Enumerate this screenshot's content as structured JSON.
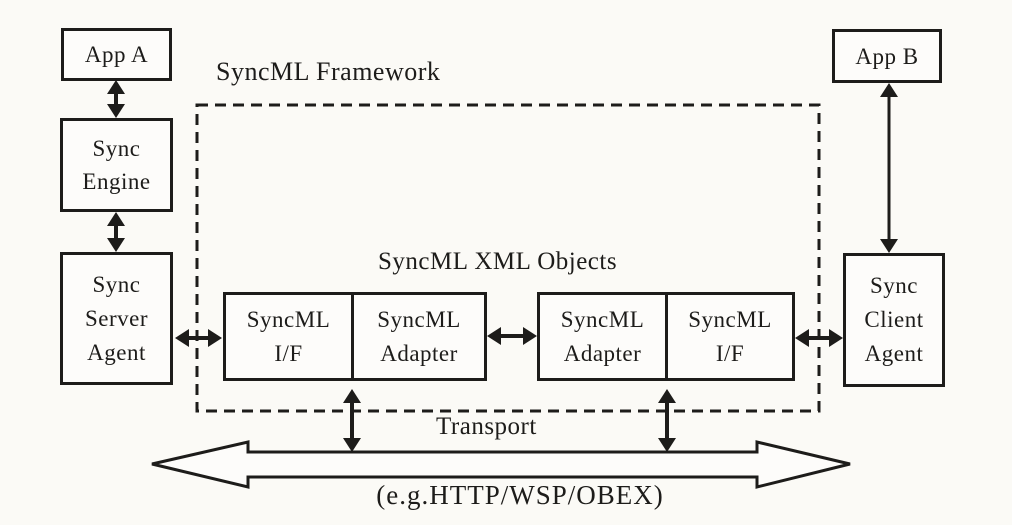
{
  "colors": {
    "ink": "#1d1c1a",
    "paper": "#fbfaf6"
  },
  "labels": {
    "framework": "SyncML Framework",
    "xml_objects": "SyncML XML Objects",
    "transport": "Transport",
    "transport_protocols": "(e.g.HTTP/WSP/OBEX)"
  },
  "nodes": {
    "app_a": {
      "label": "App A"
    },
    "sync_engine": {
      "line1": "Sync",
      "line2": "Engine"
    },
    "sync_server_agent": {
      "line1": "Sync",
      "line2": "Server",
      "line3": "Agent"
    },
    "app_b": {
      "label": "App B"
    },
    "sync_client_agent": {
      "line1": "Sync",
      "line2": "Client",
      "line3": "Agent"
    },
    "syncml_if_left": {
      "line1": "SyncML",
      "line2": "I/F"
    },
    "syncml_adapter_left": {
      "line1": "SyncML",
      "line2": "Adapter"
    },
    "syncml_adapter_right": {
      "line1": "SyncML",
      "line2": "Adapter"
    },
    "syncml_if_right": {
      "line1": "SyncML",
      "line2": "I/F"
    }
  }
}
